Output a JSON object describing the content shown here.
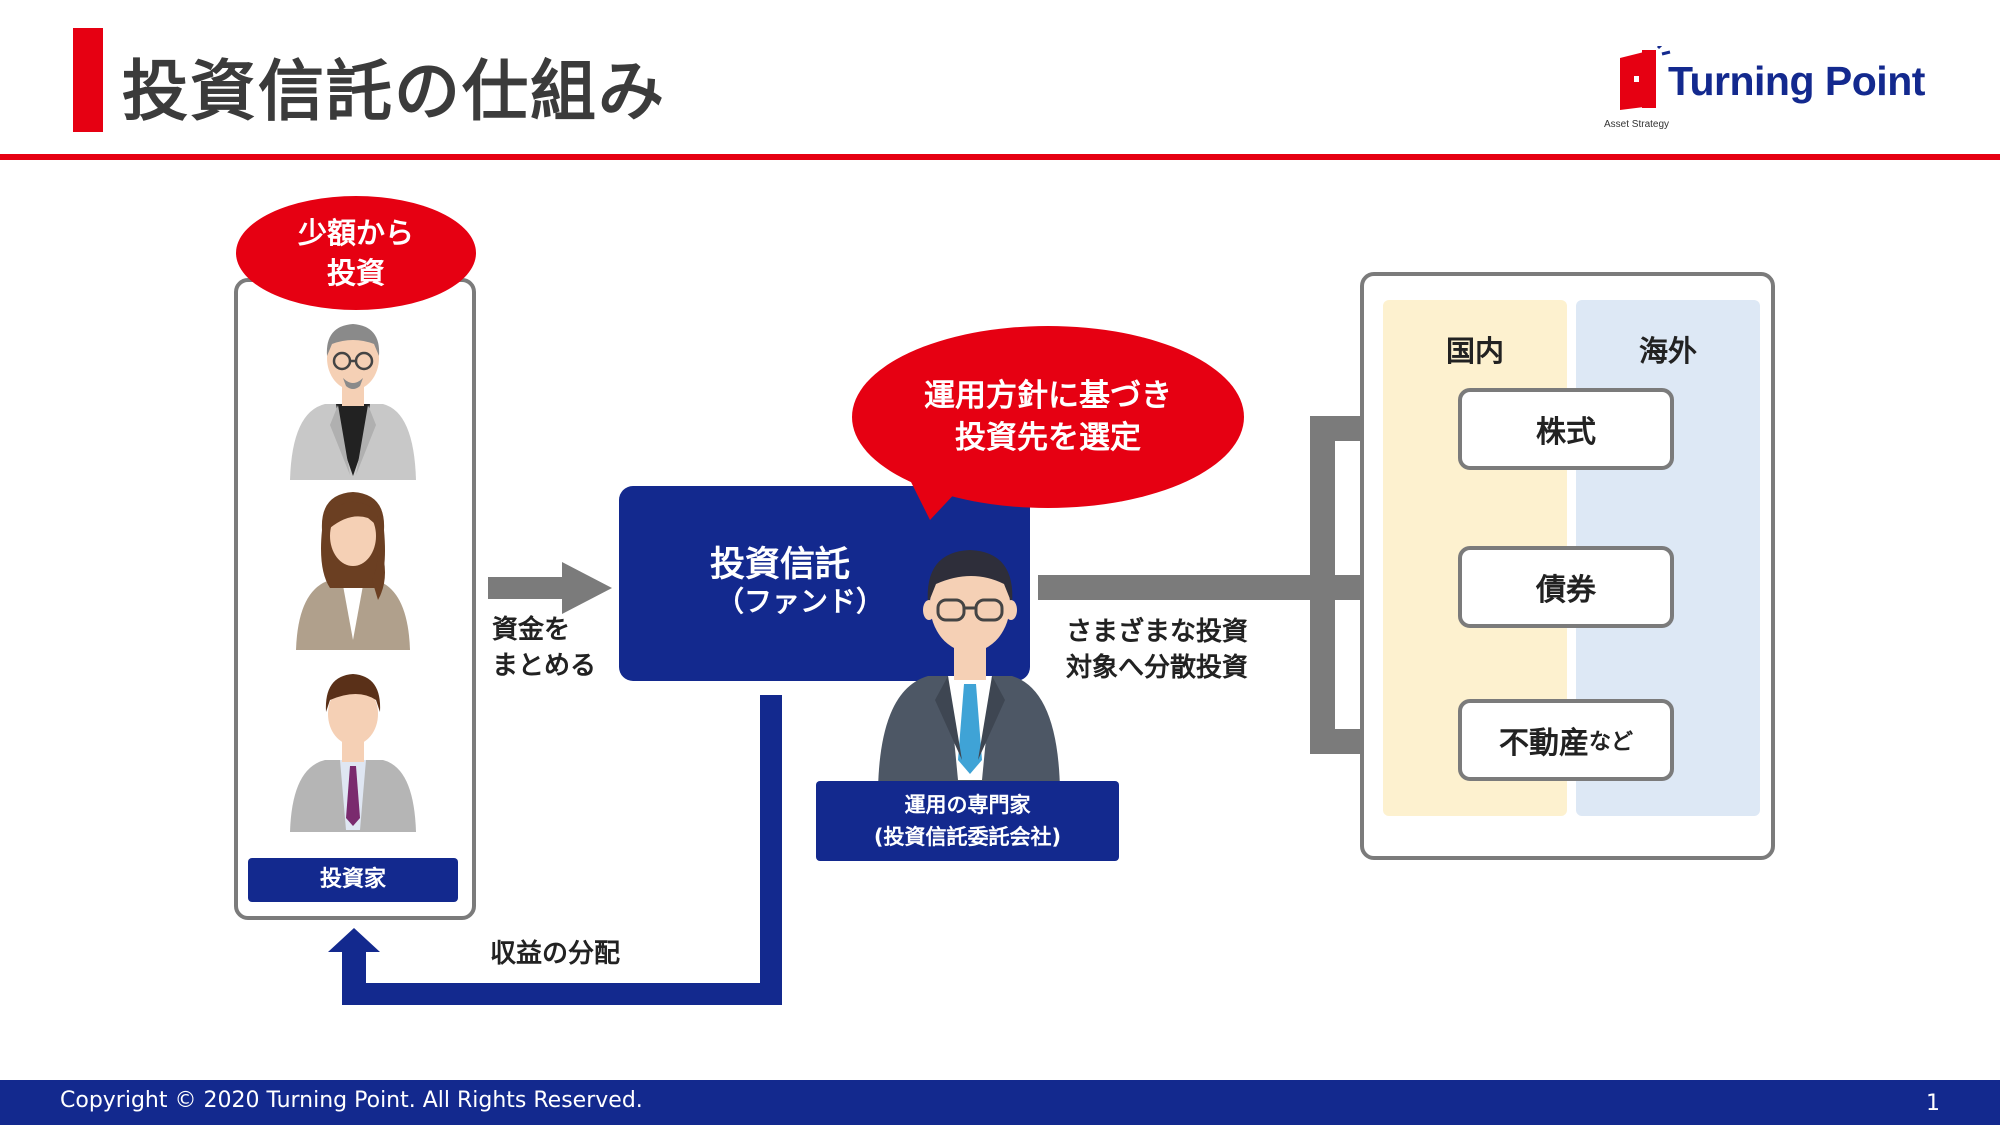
{
  "header": {
    "title": "投資信託の仕組み",
    "logo_name": "Turning Point",
    "logo_tagline": "Asset Strategy"
  },
  "investors": {
    "bubble_line1": "少額から",
    "bubble_line2": "投資",
    "label": "投資家"
  },
  "flow": {
    "collect_line1": "資金を",
    "collect_line2": "まとめる",
    "return_label": "収益の分配",
    "diversify_line1": "さまざまな投資",
    "diversify_line2": "対象へ分散投資"
  },
  "fund": {
    "title": "投資信託",
    "subtitle": "（ファンド）",
    "bubble_line1": "運用方針に基づき",
    "bubble_line2": "投資先を選定",
    "expert_line1": "運用の専門家",
    "expert_line2": "(投資信託委託会社)"
  },
  "targets": {
    "domestic": "国内",
    "overseas": "海外",
    "assets": [
      {
        "label": "株式",
        "suffix": ""
      },
      {
        "label": "債券",
        "suffix": ""
      },
      {
        "label": "不動産",
        "suffix": "など"
      }
    ]
  },
  "footer": {
    "copyright": "Copyright © 2020 Turning Point. All Rights Reserved.",
    "page": "1"
  },
  "colors": {
    "accent_red": "#e60012",
    "navy": "#13298e",
    "arrow_gray": "#7b7b7b"
  }
}
